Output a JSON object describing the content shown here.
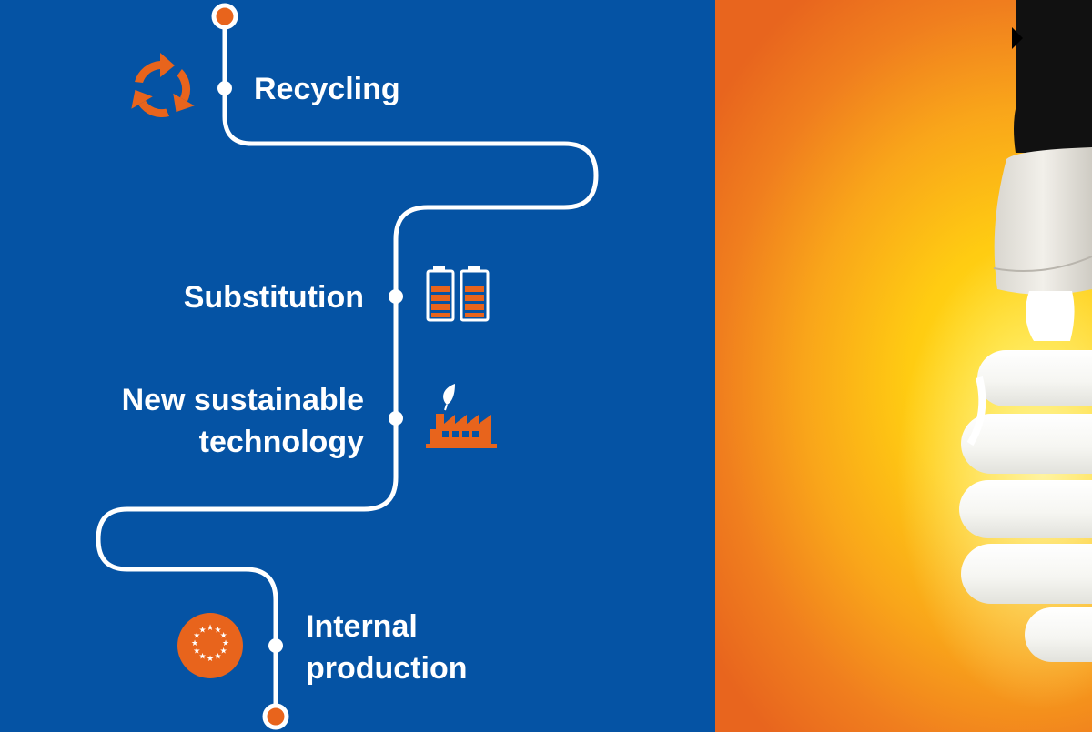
{
  "steps": [
    {
      "label": "Recycling",
      "icon": "recycle-icon"
    },
    {
      "label": "Substitution",
      "icon": "battery-icon"
    },
    {
      "label_line1": "New sustainable",
      "label_line2": "technology",
      "icon": "green-factory-icon"
    },
    {
      "label_line1": "Internal",
      "label_line2": "production",
      "icon": "eu-stars-icon"
    }
  ],
  "colors": {
    "background": "#0553a4",
    "accent": "#e8641c",
    "line": "#ffffff",
    "bulb_glow": "#ffd21a"
  }
}
